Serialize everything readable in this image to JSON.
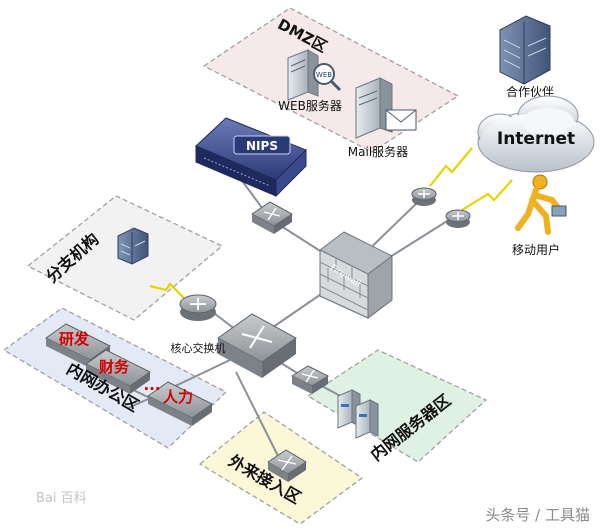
{
  "zones": {
    "dmz": "DMZ区",
    "branch": "分支机构",
    "office": "内网办公区",
    "server_zone": "内网服务器区",
    "external": "外来接入区"
  },
  "devices": {
    "web_server": "WEB服务器",
    "web_badge": "WEB",
    "mail_server": "Mail服务器",
    "nips": "NIPS",
    "partner": "合作伙伴",
    "internet": "Internet",
    "mobile_user": "移动用户",
    "core_switch": "核心交换机",
    "firewall": "Firewall"
  },
  "departments": {
    "rd": "研发",
    "finance": "财务",
    "dots": "...",
    "hr": "人力"
  },
  "watermarks": {
    "baidu": "Bai 百科",
    "source": "头条号 / 工具猫"
  },
  "colors": {
    "dmz_fill": "#f6e9e9",
    "branch_fill": "#f2f2f2",
    "office_fill": "#e3eaf6",
    "server_fill": "#dff1e2",
    "external_fill": "#fbf8d8",
    "red_text": "#d40000"
  }
}
